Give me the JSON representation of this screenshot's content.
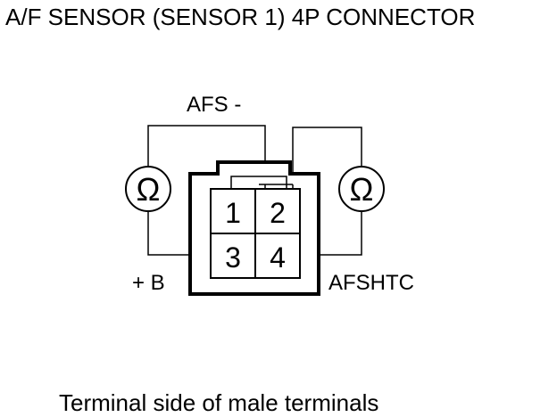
{
  "title": "A/F SENSOR (SENSOR 1) 4P CONNECTOR",
  "caption": "Terminal side of male terminals",
  "connector": {
    "terminals": [
      "1",
      "2",
      "3",
      "4"
    ]
  },
  "labels": {
    "afs_minus": "AFS -",
    "plus_b": "+ B",
    "afshtc": "AFSHTC"
  },
  "meters": {
    "left_symbol": "Ω",
    "right_symbol": "Ω"
  },
  "colors": {
    "line": "#000000",
    "background": "#ffffff"
  }
}
